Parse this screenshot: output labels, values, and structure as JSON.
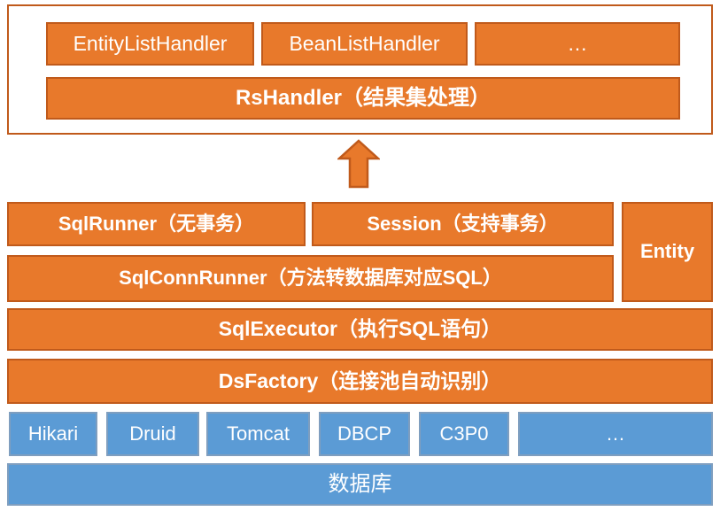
{
  "diagram": {
    "colors": {
      "orange_fill": "#E8792B",
      "orange_border": "#C05A1B",
      "blue_fill": "#5B9BD5",
      "blue_border": "#7F9EBF",
      "text": "#FFFFFF",
      "background": "#FFFFFF"
    },
    "handler_group": {
      "handlers": [
        {
          "label": "EntityListHandler"
        },
        {
          "label": "BeanListHandler"
        },
        {
          "label": "…"
        }
      ],
      "rs_handler": "RsHandler（结果集处理）"
    },
    "arrow": {
      "direction": "up",
      "icon": "arrow-up-icon"
    },
    "runner_row": {
      "sql_runner": "SqlRunner（无事务）",
      "session": "Session（支持事务）",
      "entity": "Entity",
      "sql_conn_runner": "SqlConnRunner（方法转数据库对应SQL）"
    },
    "sql_executor": "SqlExecutor（执行SQL语句）",
    "ds_factory": "DsFactory（连接池自动识别）",
    "connection_pools": [
      {
        "label": "Hikari"
      },
      {
        "label": "Druid"
      },
      {
        "label": "Tomcat"
      },
      {
        "label": "DBCP"
      },
      {
        "label": "C3P0"
      },
      {
        "label": "…"
      }
    ],
    "database": "数据库"
  }
}
